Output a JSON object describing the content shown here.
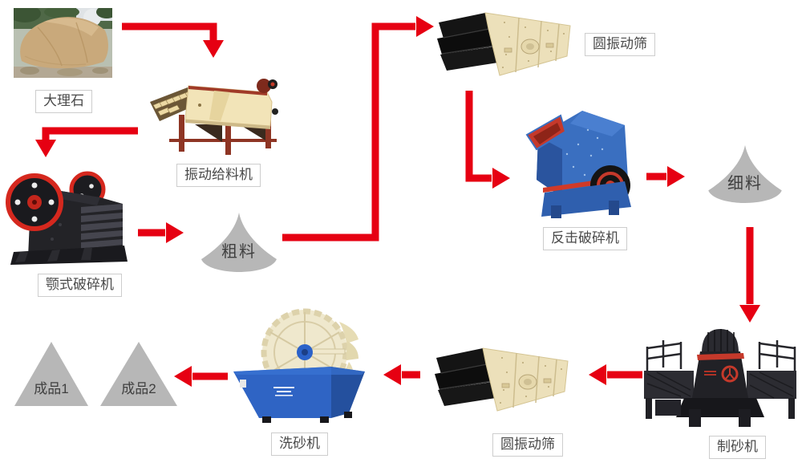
{
  "flowchart": {
    "background_color": "#ffffff",
    "arrow_color": "#e60012",
    "pile_color": "#b7b7b7",
    "label_border_color": "#cdcdcd",
    "label_text_color": "#4a4a4a",
    "nodes": {
      "marble": {
        "label": "大理石"
      },
      "vibrating_feeder": {
        "label": "振动给料机"
      },
      "jaw_crusher": {
        "label": "颚式破碎机"
      },
      "coarse_pile": {
        "label": "粗料"
      },
      "top_screen": {
        "label": "圆振动筛"
      },
      "impact_crusher": {
        "label": "反击破碎机"
      },
      "fine_pile": {
        "label": "细料"
      },
      "sand_maker": {
        "label": "制砂机"
      },
      "bottom_screen": {
        "label": "圆振动筛"
      },
      "sand_washer": {
        "label": "洗砂机"
      },
      "product_1": {
        "label": "成品1"
      },
      "product_2": {
        "label": "成品2"
      }
    },
    "machine_colors": {
      "screen_body_beige": "#ece0ba",
      "screen_deck_black": "#141414",
      "impact_crusher_blue": "#3a6fc0",
      "washer_blue": "#2f64c4",
      "washer_wheel_cream": "#efe8cd",
      "feeder_cream": "#f2e4b8",
      "feeder_frame_red": "#8e3524",
      "jaw_crusher_black": "#232327",
      "flywheel_rim_red": "#d5281e",
      "sand_maker_black": "#212126",
      "accent_red": "#c5392b"
    }
  }
}
